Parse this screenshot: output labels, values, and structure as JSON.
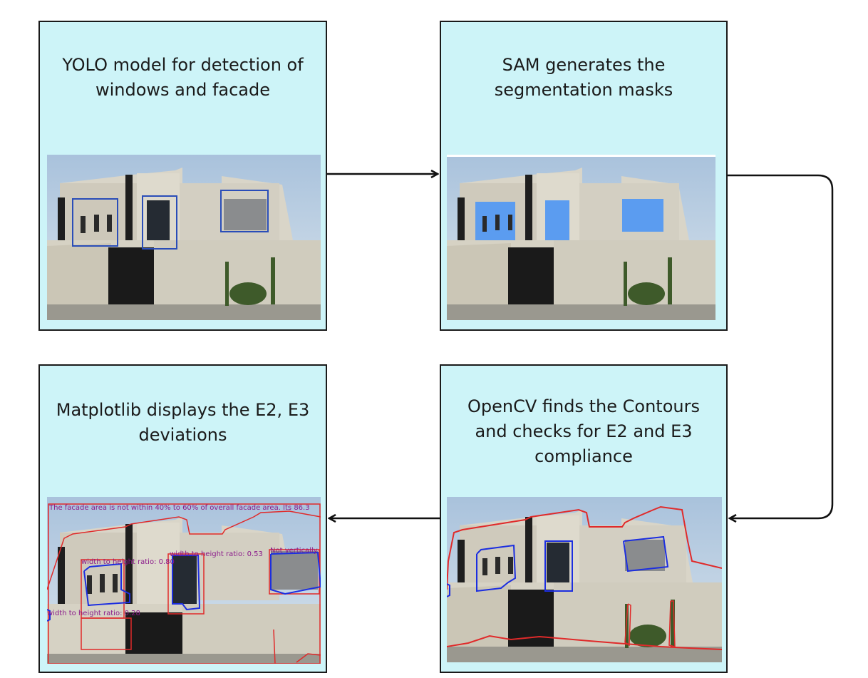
{
  "steps": [
    {
      "id": "yolo",
      "caption_lines": [
        "YOLO model for detection of",
        "windows and facade"
      ]
    },
    {
      "id": "sam",
      "caption_lines": [
        "SAM generates the",
        "segmentation masks"
      ]
    },
    {
      "id": "opencv",
      "caption_lines": [
        "OpenCV finds the Contours",
        "and checks for E2 and E3",
        "compliance"
      ]
    },
    {
      "id": "matplotlib",
      "caption_lines": [
        "Matplotlib displays the E2, E3",
        "deviations"
      ]
    }
  ],
  "overlay_labels": {
    "facade_area": "The facade area is not within 40% to 60% of overall facade area. Its 86.3",
    "ratio_a": "width to height ratio: 0.80",
    "ratio_b": "width to height ratio: 0.53",
    "ratio_c": "width to height ratio: 0.28",
    "not_vertically": "Not vertically"
  },
  "colors": {
    "box_fill": "#cdf4f8",
    "box_border": "#1a1a1a",
    "detection_box": "#2a4db8",
    "mask": "#5b9cf0",
    "contour_red": "#e02a2a",
    "contour_blue": "#1c2ee0",
    "label_purple": "#8b1a8b"
  }
}
